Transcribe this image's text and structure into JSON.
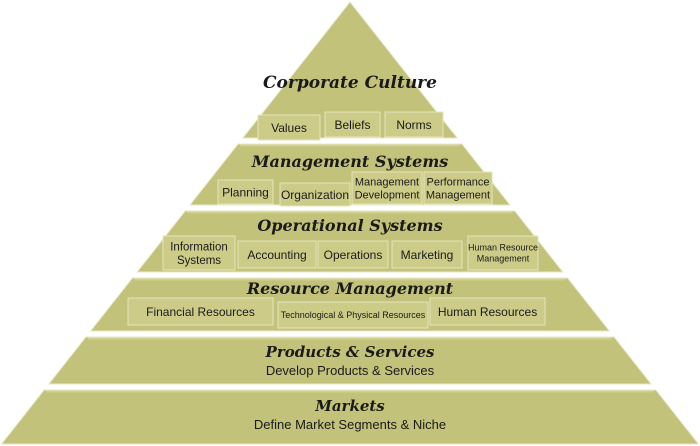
{
  "tiers": [
    {
      "id": "corporate-culture",
      "title": "Corporate Culture",
      "cells": [
        {
          "lines": [
            "Values"
          ]
        },
        {
          "lines": [
            "Beliefs"
          ]
        },
        {
          "lines": [
            "Norms"
          ]
        }
      ]
    },
    {
      "id": "management-systems",
      "title": "Management Systems",
      "cells": [
        {
          "lines": [
            "Planning"
          ]
        },
        {
          "lines": [
            "Organization"
          ]
        },
        {
          "lines": [
            "Management",
            "Development"
          ]
        },
        {
          "lines": [
            "Performance",
            "Management"
          ]
        }
      ]
    },
    {
      "id": "operational-systems",
      "title": "Operational Systems",
      "cells": [
        {
          "lines": [
            "Information",
            "Systems"
          ]
        },
        {
          "lines": [
            "Accounting"
          ]
        },
        {
          "lines": [
            "Operations"
          ]
        },
        {
          "lines": [
            "Marketing"
          ]
        },
        {
          "lines": [
            "Human Resource",
            "Management"
          ]
        }
      ]
    },
    {
      "id": "resource-management",
      "title": "Resource Management",
      "cells": [
        {
          "lines": [
            "Financial Resources"
          ]
        },
        {
          "lines": [
            "Technological & Physical Resources"
          ]
        },
        {
          "lines": [
            "Human Resources"
          ]
        }
      ]
    },
    {
      "id": "products-services",
      "title": "Products & Services",
      "subtitle": "Develop Products & Services"
    },
    {
      "id": "markets",
      "title": "Markets",
      "subtitle": "Define Market Segments & Niche"
    }
  ],
  "colors": {
    "fill": "#c2c27a",
    "fill_light": "#d0d08f",
    "cell": "#cccc88",
    "edge": "#ffffff",
    "text": "#1a1a1a"
  }
}
